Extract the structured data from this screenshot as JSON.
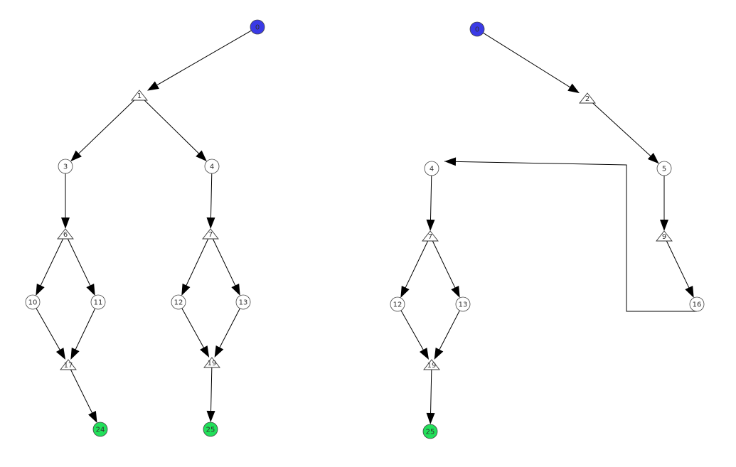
{
  "colors": {
    "start": "#3a3ae6",
    "end": "#22e05a",
    "node_fill": "#ffffff",
    "stroke": "#000000"
  },
  "graphs": [
    {
      "id": "left",
      "nodes": [
        {
          "id": "L0",
          "label": "0",
          "shape": "circle",
          "role": "start"
        },
        {
          "id": "L1",
          "label": "1",
          "shape": "triangle",
          "role": "normal"
        },
        {
          "id": "L3",
          "label": "3",
          "shape": "circle",
          "role": "normal"
        },
        {
          "id": "L4",
          "label": "4",
          "shape": "circle",
          "role": "normal"
        },
        {
          "id": "L6",
          "label": "6",
          "shape": "triangle",
          "role": "normal"
        },
        {
          "id": "L7",
          "label": "7",
          "shape": "triangle",
          "role": "normal"
        },
        {
          "id": "L10",
          "label": "10",
          "shape": "circle",
          "role": "normal"
        },
        {
          "id": "L11",
          "label": "11",
          "shape": "circle",
          "role": "normal"
        },
        {
          "id": "L12",
          "label": "12",
          "shape": "circle",
          "role": "normal"
        },
        {
          "id": "L13",
          "label": "13",
          "shape": "circle",
          "role": "normal"
        },
        {
          "id": "L17",
          "label": "17",
          "shape": "triangle",
          "role": "normal"
        },
        {
          "id": "L19",
          "label": "19",
          "shape": "triangle",
          "role": "normal"
        },
        {
          "id": "L24",
          "label": "24",
          "shape": "circle",
          "role": "end"
        },
        {
          "id": "L25",
          "label": "25",
          "shape": "circle",
          "role": "end"
        }
      ],
      "edges": [
        {
          "from": "L0",
          "to": "L1"
        },
        {
          "from": "L1",
          "to": "L3"
        },
        {
          "from": "L1",
          "to": "L4"
        },
        {
          "from": "L3",
          "to": "L6"
        },
        {
          "from": "L4",
          "to": "L7"
        },
        {
          "from": "L6",
          "to": "L10"
        },
        {
          "from": "L6",
          "to": "L11"
        },
        {
          "from": "L7",
          "to": "L12"
        },
        {
          "from": "L7",
          "to": "L13"
        },
        {
          "from": "L10",
          "to": "L17"
        },
        {
          "from": "L11",
          "to": "L17"
        },
        {
          "from": "L12",
          "to": "L19"
        },
        {
          "from": "L13",
          "to": "L19"
        },
        {
          "from": "L17",
          "to": "L24"
        },
        {
          "from": "L19",
          "to": "L25"
        }
      ]
    },
    {
      "id": "right",
      "nodes": [
        {
          "id": "R0",
          "label": "0",
          "shape": "circle",
          "role": "start"
        },
        {
          "id": "R2",
          "label": "2",
          "shape": "triangle",
          "role": "normal"
        },
        {
          "id": "R5",
          "label": "5",
          "shape": "circle",
          "role": "normal"
        },
        {
          "id": "R9",
          "label": "9",
          "shape": "triangle",
          "role": "normal"
        },
        {
          "id": "R16",
          "label": "16",
          "shape": "circle",
          "role": "normal"
        },
        {
          "id": "R4",
          "label": "4",
          "shape": "circle",
          "role": "normal"
        },
        {
          "id": "R7",
          "label": "7",
          "shape": "triangle",
          "role": "normal"
        },
        {
          "id": "R12",
          "label": "12",
          "shape": "circle",
          "role": "normal"
        },
        {
          "id": "R13",
          "label": "13",
          "shape": "circle",
          "role": "normal"
        },
        {
          "id": "R19",
          "label": "19",
          "shape": "triangle",
          "role": "normal"
        },
        {
          "id": "R25",
          "label": "25",
          "shape": "circle",
          "role": "end"
        }
      ],
      "edges": [
        {
          "from": "R0",
          "to": "R2"
        },
        {
          "from": "R2",
          "to": "R5"
        },
        {
          "from": "R5",
          "to": "R9"
        },
        {
          "from": "R9",
          "to": "R16"
        },
        {
          "from": "R16",
          "to": "R4",
          "routed": true
        },
        {
          "from": "R4",
          "to": "R7"
        },
        {
          "from": "R7",
          "to": "R12"
        },
        {
          "from": "R7",
          "to": "R13"
        },
        {
          "from": "R12",
          "to": "R19"
        },
        {
          "from": "R13",
          "to": "R19"
        },
        {
          "from": "R19",
          "to": "R25"
        }
      ]
    }
  ]
}
